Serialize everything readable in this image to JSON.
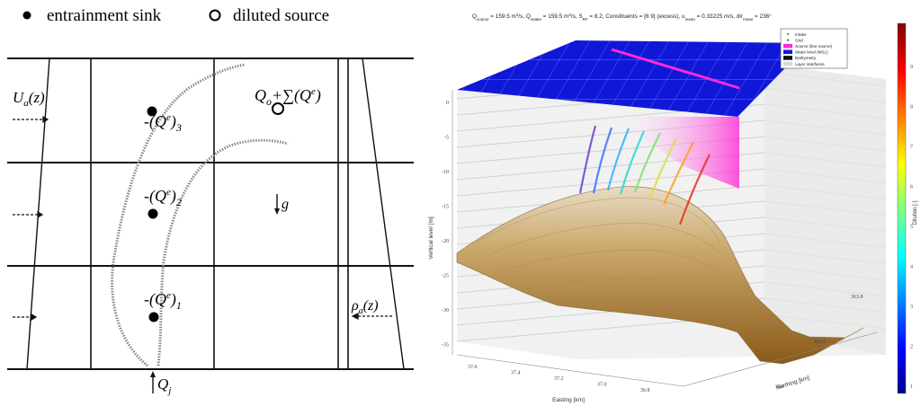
{
  "left_diagram": {
    "legend": {
      "sink_label": "entrainment sink",
      "source_label": "diluted source"
    },
    "labels": {
      "ambient_velocity": "U",
      "ambient_velocity_sub": "a",
      "ambient_velocity_arg": "(z)",
      "ambient_density": "ρ",
      "ambient_density_sub": "a",
      "ambient_density_arg": "(z)",
      "gravity": "g",
      "jet_flow": "Q",
      "jet_flow_sub": "j",
      "source_sum_a": "Q",
      "source_sum_sub": "o",
      "source_sum_b": "+∑(Q",
      "source_sum_sup": "e",
      "source_sum_c": ")"
    },
    "sinks": [
      {
        "pre": "-(Q",
        "sup": "e",
        "close": ")",
        "sub": "3"
      },
      {
        "pre": "-(Q",
        "sup": "e",
        "close": ")",
        "sub": "2"
      },
      {
        "pre": "-(Q",
        "sup": "e",
        "close": ")",
        "sub": "1"
      }
    ]
  },
  "right_plot": {
    "title": "Q",
    "title_parts": [
      {
        "main": "Q",
        "sub": "source"
      },
      {
        "main": " = 159.5 m"
      },
      {
        "main": "3",
        "sup": true
      },
      {
        "main": "/s, Q"
      },
      {
        "main": "intake",
        "subonly": true
      },
      {
        "main": " = 159.5 m"
      },
      {
        "main": "3",
        "sup": true
      },
      {
        "main": "/s, S"
      },
      {
        "main": "RF",
        "subonly": true
      },
      {
        "main": " = 8.2, Constituents = [6  9] (excess), u"
      },
      {
        "main": "mean",
        "subonly": true
      },
      {
        "main": " = 0.33225 m/s, dir"
      },
      {
        "main": "mean",
        "subonly": true
      },
      {
        "main": " = 236°"
      }
    ],
    "legend_items": [
      "Intake",
      "Grid",
      "Source (line source)",
      "Water level (MSL)",
      "Bathymetry",
      "Layer interfaces"
    ],
    "z_axis_label": "Vertical level [m]",
    "z_ticks": [
      "0",
      "-5",
      "-10",
      "-15",
      "-20",
      "-25",
      "-30",
      "-35"
    ],
    "x_axis_label": "Easting [km]",
    "x_ticks": [
      "37.6",
      "37.4",
      "37.2",
      "37.0",
      "36.8"
    ],
    "y_axis_label": "Northing [km]",
    "y_ticks": [
      "364",
      "363.9",
      "363.8"
    ],
    "colorbar_label": "Dilution [-]",
    "colorbar_ticks": [
      "9",
      "8",
      "7",
      "6",
      "5",
      "4",
      "3",
      "2",
      "1"
    ]
  }
}
